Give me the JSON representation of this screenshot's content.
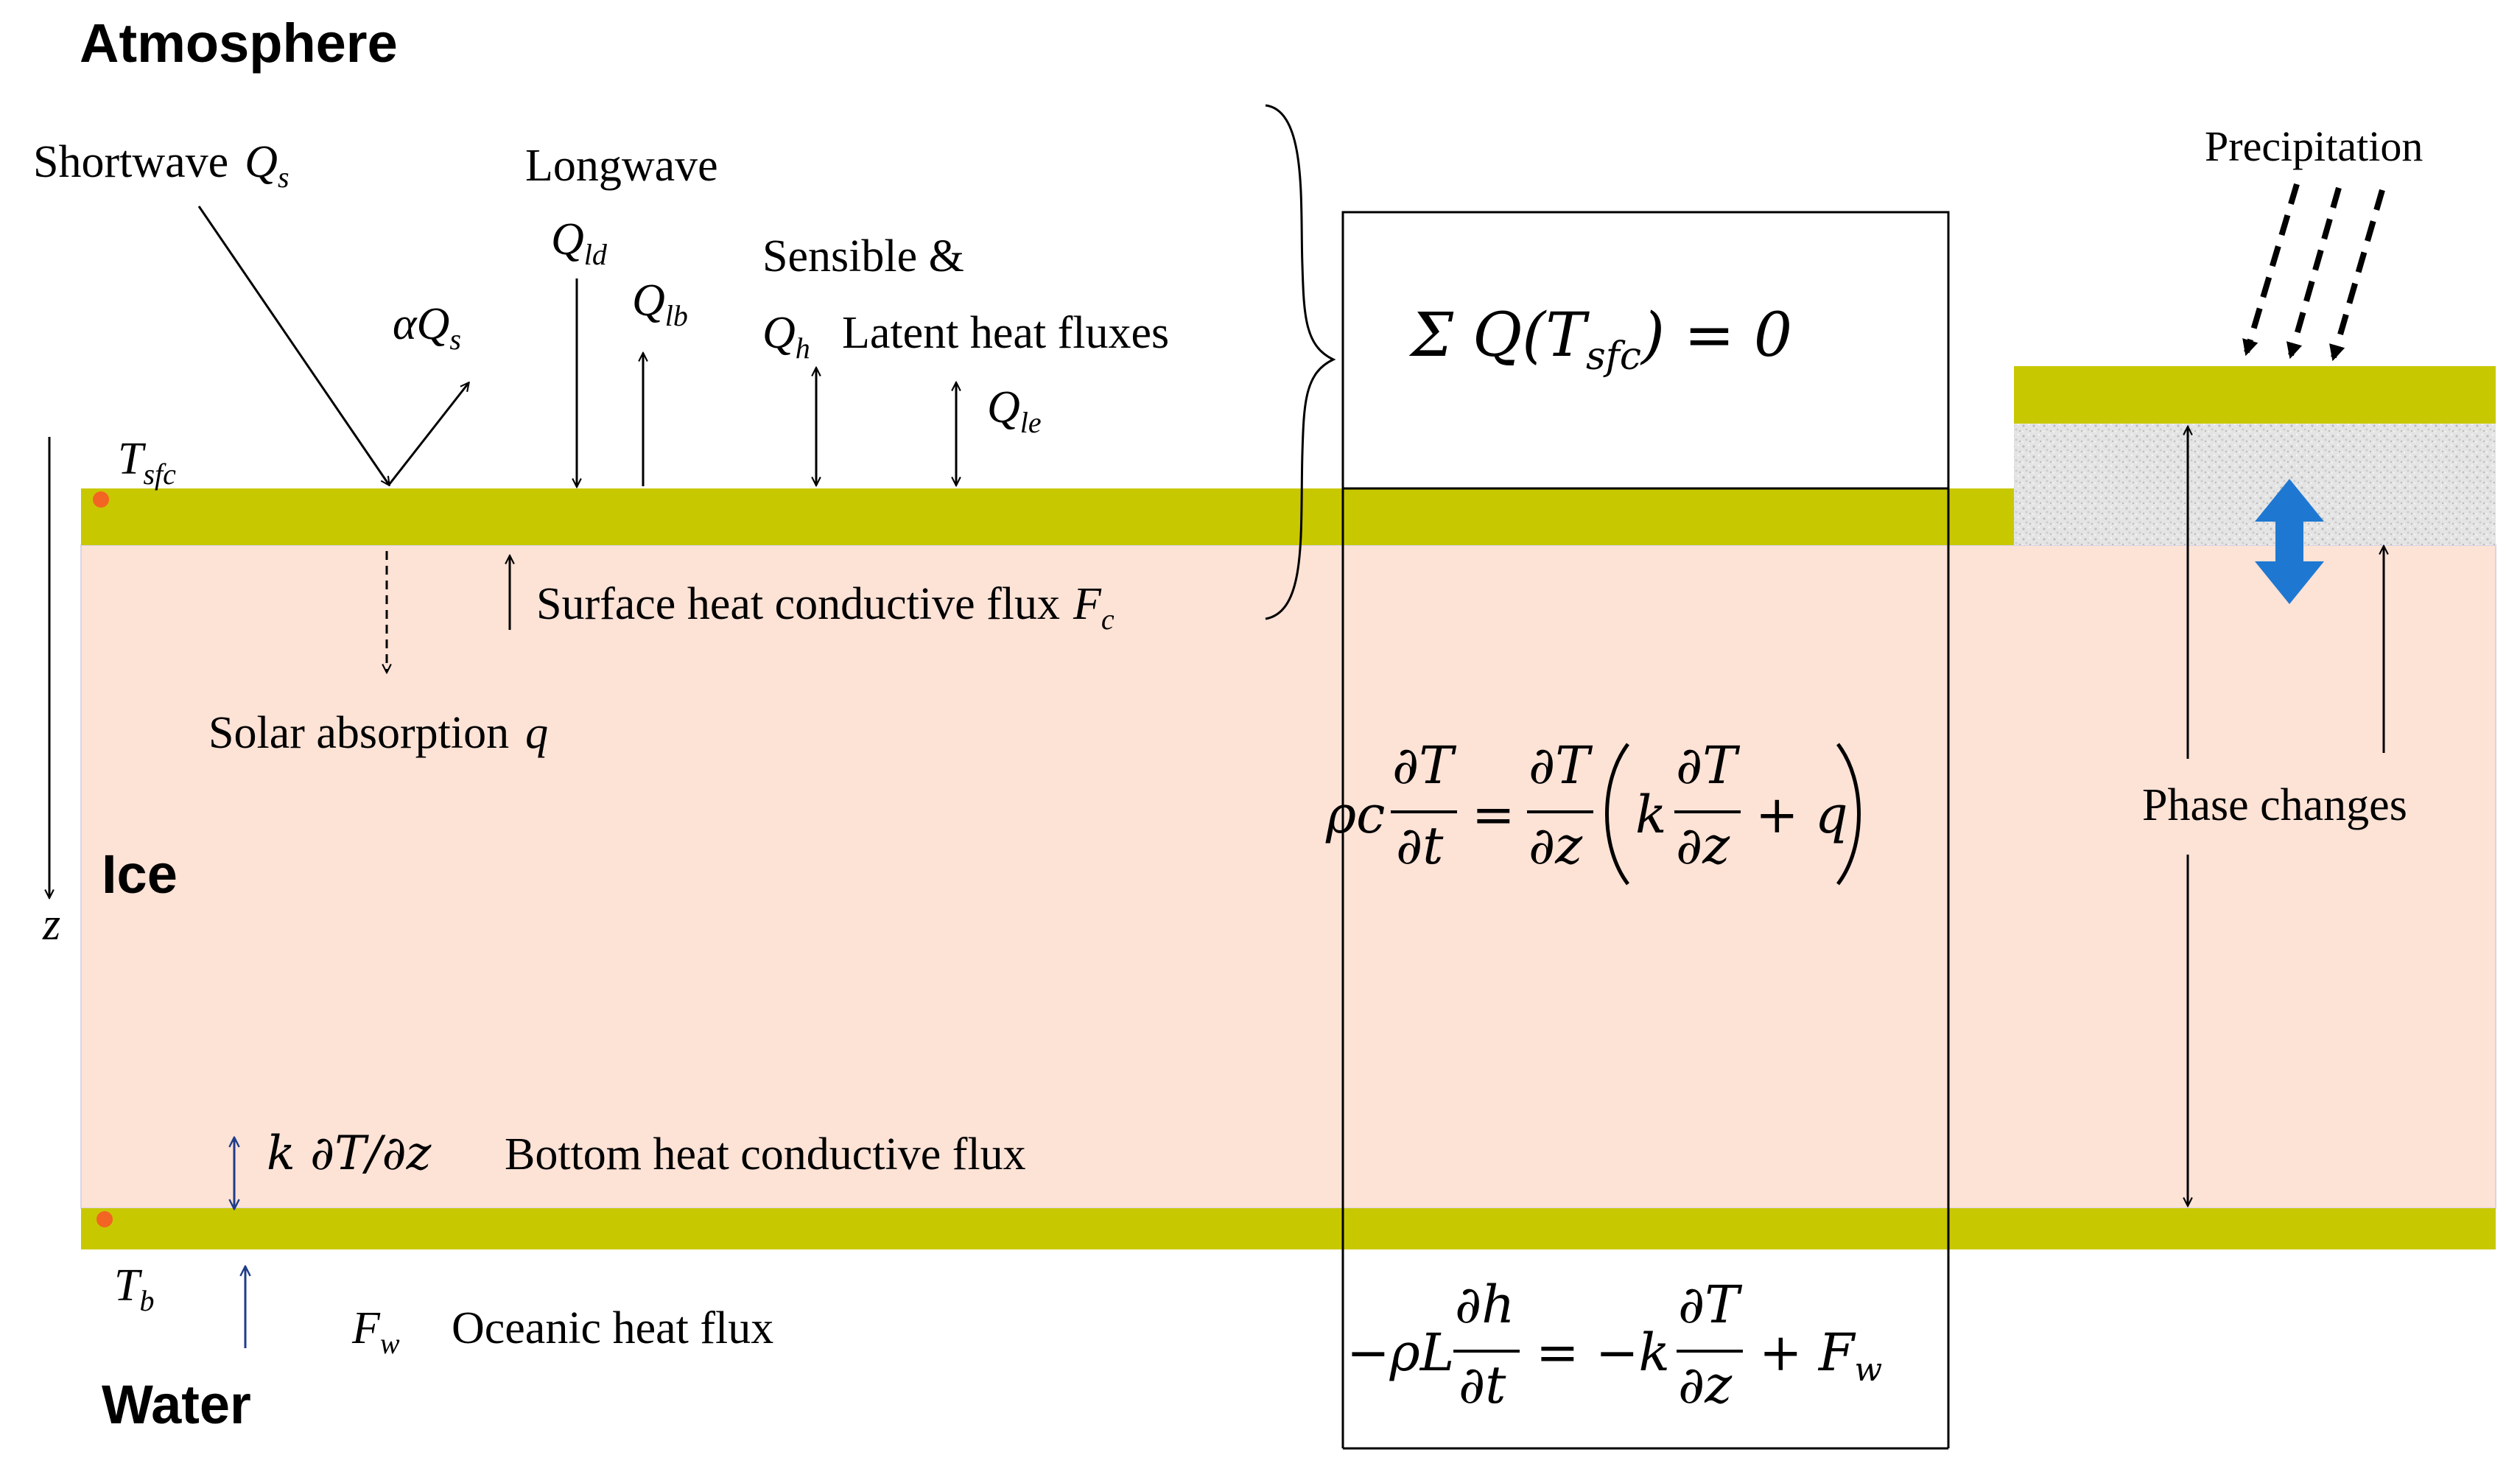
{
  "colors": {
    "ice": "#FDE2D6",
    "surface_band": "#C8C800",
    "snow": "#E6E6E6",
    "double_arrow": "#1E78D2",
    "oceanic_arrow": "#1F3C88",
    "temperature_dot": "#F26522",
    "line": "#000000"
  },
  "regions": {
    "atmosphere": "Atmosphere",
    "ice": "Ice",
    "water": "Water"
  },
  "labels": {
    "shortwave": "Shortwave",
    "shortwave_symbol": "Q",
    "shortwave_sub": "s",
    "albedo_alpha": "α",
    "albedo_q": "Q",
    "albedo_sub": "s",
    "longwave": "Longwave",
    "qld_symbol": "Q",
    "qld_sub": "ld",
    "qlb_symbol": "Q",
    "qlb_sub": "lb",
    "sensible": "Sensible  &",
    "qh_symbol": "Q",
    "qh_sub": "h",
    "latent": "Latent  heat  fluxes",
    "qle_symbol": "Q",
    "qle_sub": "le",
    "tsfc_symbol": "T",
    "tsfc_sub": "sfc",
    "surface_flux": "Surface  heat  conductive  flux",
    "fc_symbol": "F",
    "fc_sub": "c",
    "solar_absorption": "Solar  absorption",
    "q_symbol": "q",
    "z_symbol": "z",
    "k_dtdz": "k ∂T/∂z",
    "bottom_flux": "Bottom  heat  conductive  flux",
    "tb_symbol": "T",
    "tb_sub": "b",
    "fw_symbol": "F",
    "fw_sub": "w",
    "oceanic_flux": "Oceanic  heat  flux",
    "precipitation": "Precipitation",
    "phase_changes": "Phase  changes"
  },
  "equations": {
    "surface_balance": "Σ Q(T",
    "surface_balance_sub": "sfc",
    "surface_balance_end": ") = 0",
    "heat_lhs_coef": "ρc",
    "dT": "∂T",
    "dt": "∂t",
    "dz": "∂z",
    "equals": "=",
    "k": "k",
    "plus_q": "+ q",
    "bottom_lhs": "−ρL",
    "dh": "∂h",
    "minus_k": "= −k",
    "plus_fw": "+ F",
    "fw_sub": "w"
  }
}
